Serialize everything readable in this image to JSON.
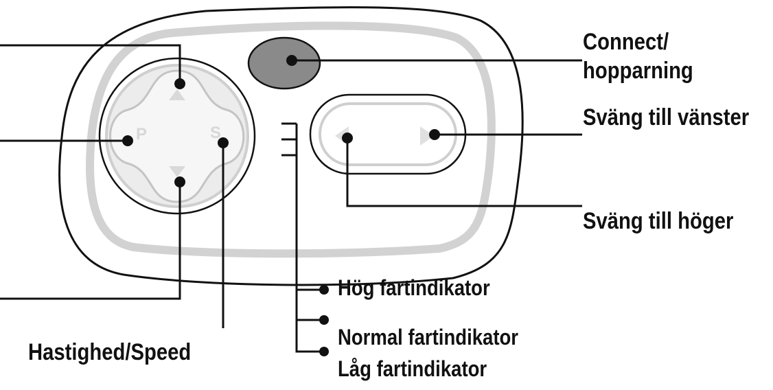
{
  "labels": {
    "connect_line1": "Connect/",
    "connect_line2": "hopparning",
    "turn_left": "Sväng till vänster",
    "turn_right": "Sväng till höger",
    "high_speed": "Hög fartindikator",
    "normal_speed": "Normal fartindikator",
    "low_speed": "Låg fartindikator",
    "speed": "Hastighed/Speed"
  },
  "buttons": {
    "p_letter": "P",
    "s_letter": "S"
  },
  "colors": {
    "outline": "#111111",
    "inner_frame": "#d2d2d2",
    "connect_button": "#8a8a8a",
    "dpad_fill": "#f3f3f3",
    "glyph": "#dcdcdc"
  }
}
